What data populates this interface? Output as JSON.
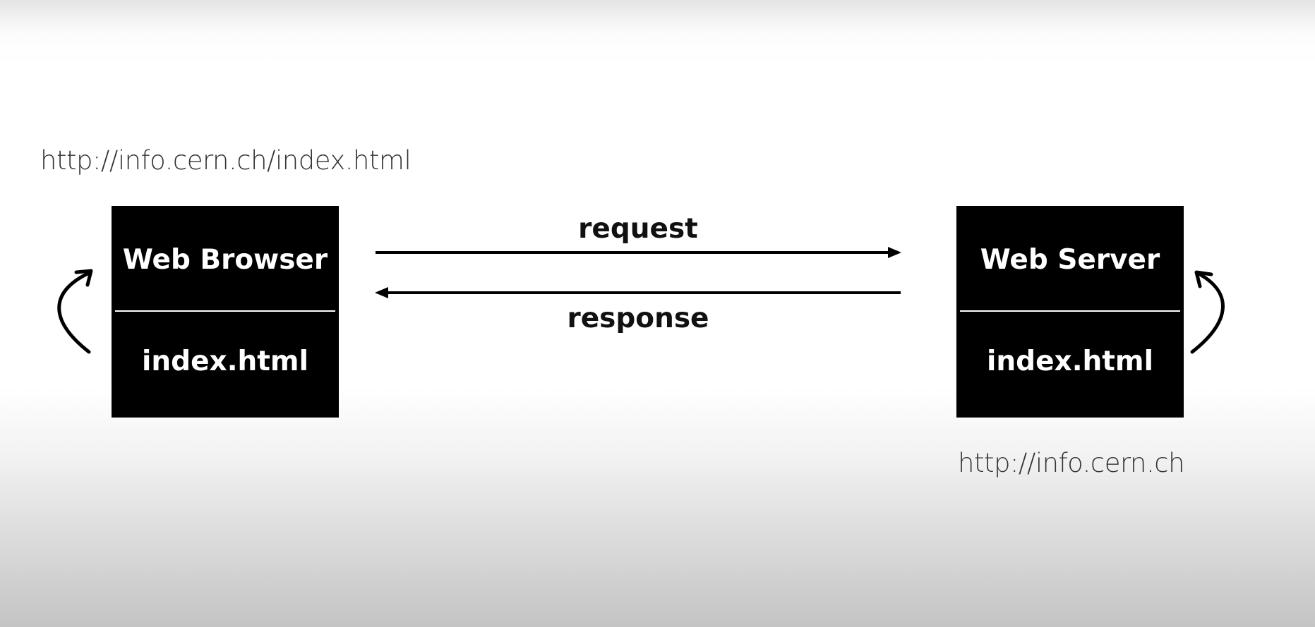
{
  "client": {
    "url": "http://info.cern.ch/index.html",
    "title": "Web Browser",
    "file": "index.html"
  },
  "server": {
    "url": "http://info.cern.ch",
    "title": "Web Server",
    "file": "index.html"
  },
  "messages": {
    "request": "request",
    "response": "response"
  },
  "colors": {
    "box": "#000000",
    "box_text": "#ffffff",
    "arrow": "#000000",
    "url_text": "#333333"
  }
}
